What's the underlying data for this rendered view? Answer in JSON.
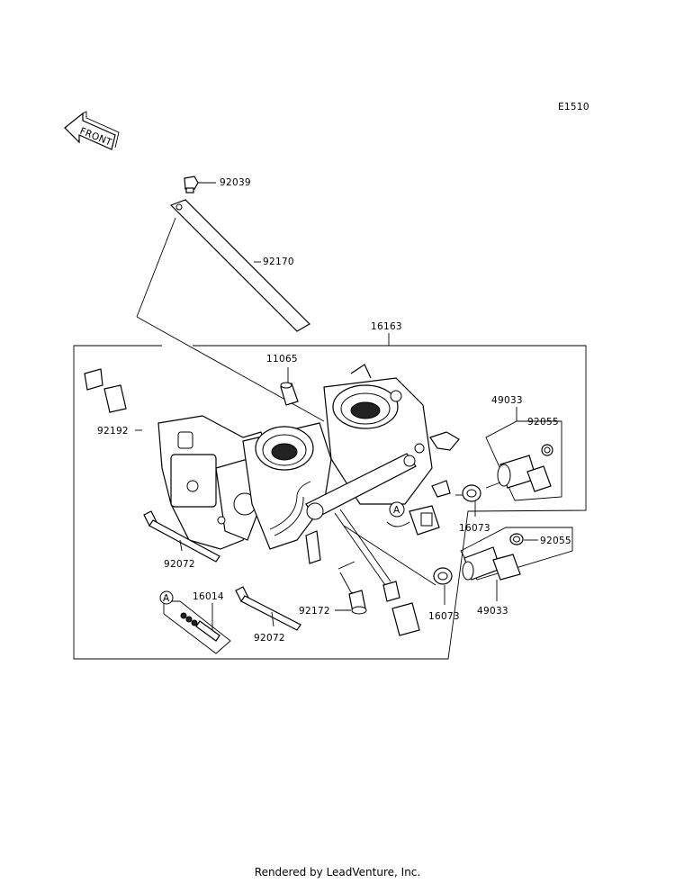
{
  "diagram_code": "E1510",
  "front_label": "FRONT",
  "parts": {
    "p92039": "92039",
    "p92170": "92170",
    "p16163": "16163",
    "p11065": "11065",
    "p92192": "92192",
    "p49033_top": "49033",
    "p92055_top": "92055",
    "p16073_top": "16073",
    "p92055_bottom": "92055",
    "p92072_left": "92072",
    "p16073_bottom": "16073",
    "p49033_bottom": "49033",
    "p92172": "92172",
    "p16014": "16014",
    "p92072_bottom": "92072"
  },
  "callouts": {
    "a_main": "A",
    "a_kit": "A"
  },
  "footer": "Rendered by LeadVenture, Inc."
}
